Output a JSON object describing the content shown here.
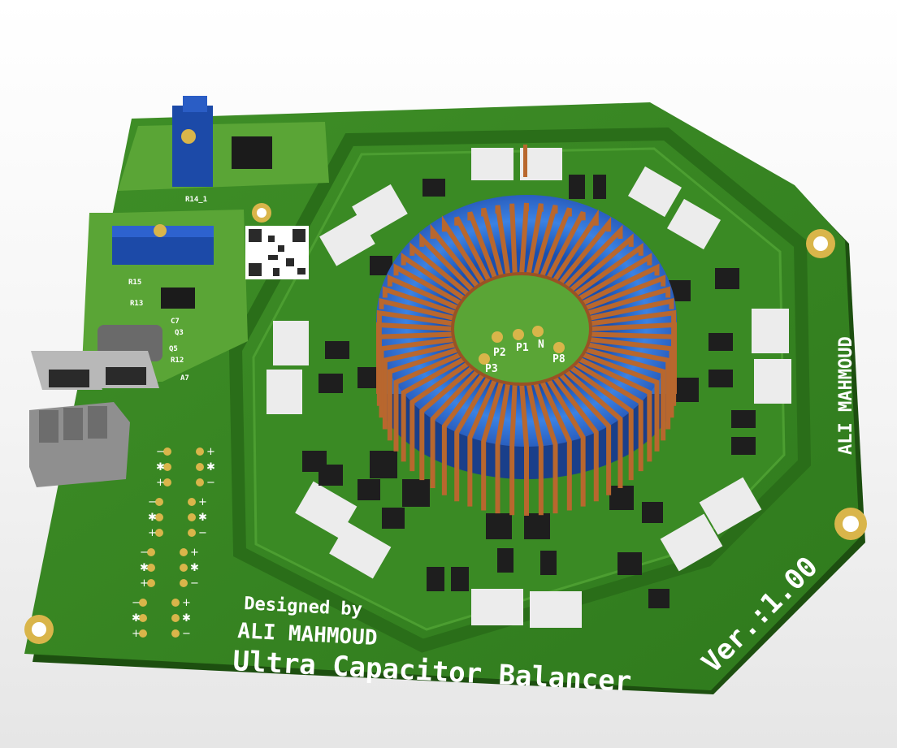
{
  "board": {
    "designed_label": "Designed by",
    "designer": "ALI MAHMOUD",
    "title": "Ultra Capacitor Balancer",
    "version": "Ver.:1.00",
    "side_name": "ALI MAHMOUD"
  },
  "center_labels": [
    "P2",
    "P1",
    "N",
    "P3",
    "P8"
  ],
  "ref_designators": [
    "R14_1",
    "R13",
    "R12",
    "R15",
    "C7",
    "Q3",
    "Q5",
    "A7"
  ],
  "polarity_rows": [
    [
      "−",
      "+"
    ],
    [
      "✱",
      "✱"
    ],
    [
      "+",
      "−"
    ],
    [
      "−",
      "+"
    ],
    [
      "✱",
      "✱"
    ],
    [
      "+",
      "−"
    ],
    [
      "−",
      "+"
    ],
    [
      "✱",
      "✱"
    ],
    [
      "+",
      "−"
    ],
    [
      "−",
      "+"
    ],
    [
      "✱",
      "✱"
    ],
    [
      "+",
      "−"
    ]
  ],
  "colors": {
    "pcb": "#3c8a24",
    "pcb_dark": "#1f5a13",
    "pcb_light": "#5aa536",
    "copper": "#b8672e",
    "core": "#2e6fd0",
    "pad_gold": "#d9b54a",
    "trimmer": "#1c4aa8"
  }
}
